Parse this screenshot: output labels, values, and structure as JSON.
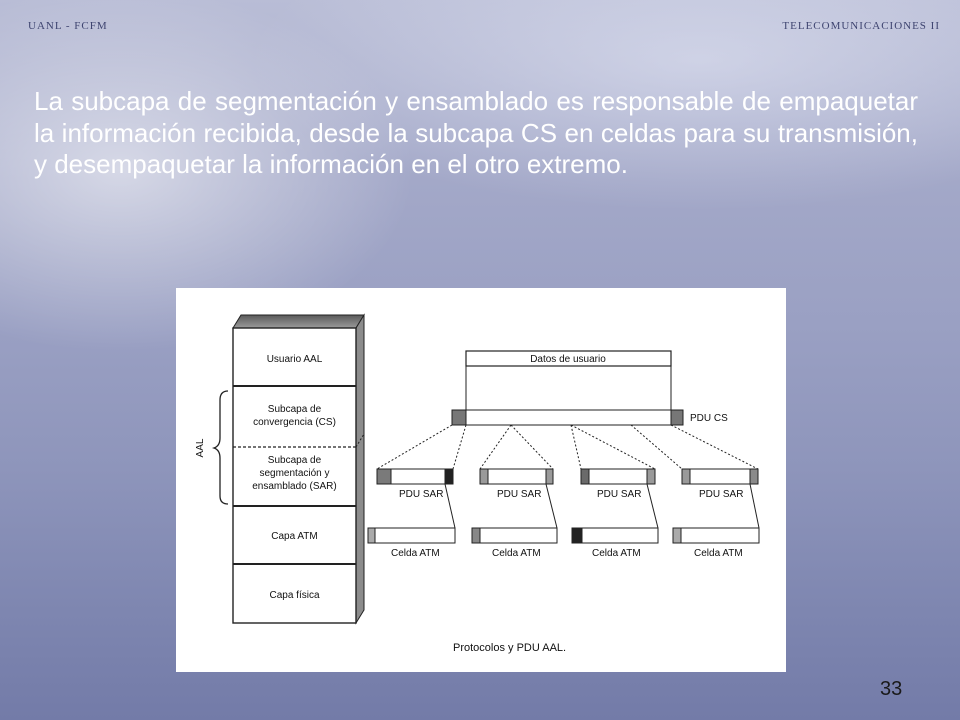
{
  "header": {
    "left": "UANL - FCFM",
    "right": "TELECOMUNICACIONES II"
  },
  "body_text": "La subcapa de segmentación y ensamblado es responsable de empaquetar la información recibida, desde la subcapa CS en celdas para su transmisión, y desempaquetar la información en el otro extremo.",
  "diagram": {
    "stack": {
      "usuario": "Usuario AAL",
      "cs_line1": "Subcapa de",
      "cs_line2": "convergencia (CS)",
      "sar_line1": "Subcapa de",
      "sar_line2": "segmentación y",
      "sar_line3": "ensamblado (SAR)",
      "atm": "Capa ATM",
      "fisica": "Capa física",
      "aal": "AAL"
    },
    "datos_usuario": "Datos de usuario",
    "pdu_cs": "PDU CS",
    "pdu_sar": [
      "PDU SAR",
      "PDU SAR",
      "PDU SAR",
      "PDU SAR"
    ],
    "celda_atm": [
      "Celda ATM",
      "Celda ATM",
      "Celda ATM",
      "Celda ATM"
    ],
    "caption": "Protocolos y PDU AAL."
  },
  "slide_number": "33"
}
